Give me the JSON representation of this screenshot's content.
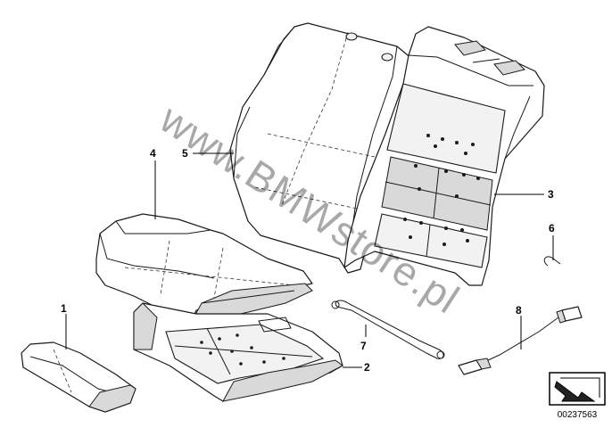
{
  "watermark": {
    "text": "www.BMWstore.pl"
  },
  "callouts": {
    "c1": "1",
    "c2": "2",
    "c3": "3",
    "c4": "4",
    "c5": "5",
    "c6": "6",
    "c7": "7",
    "c8": "8"
  },
  "diagram_number": "00237563",
  "colors": {
    "line": "#1a1a1a",
    "background": "#ffffff",
    "watermark": "#000000"
  }
}
